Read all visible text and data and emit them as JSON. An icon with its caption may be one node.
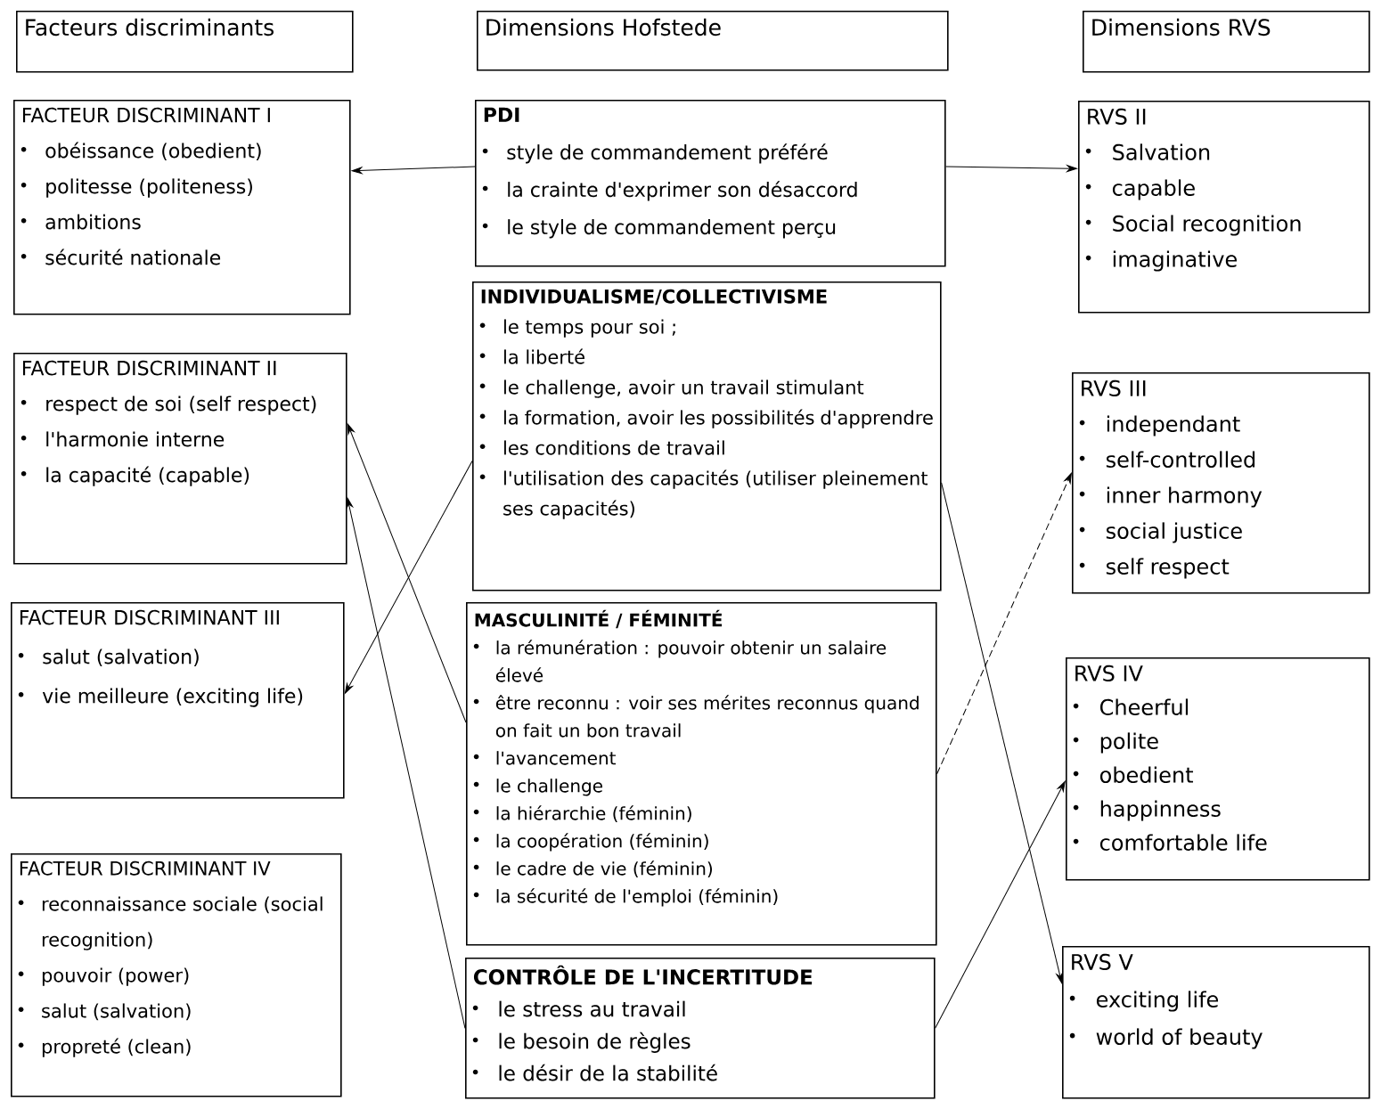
{
  "diagram": {
    "nodes": [
      {
        "text": [
          "Facteurs discriminants"
        ]
      },
      {
        "text": [
          "Dimensions Hofstede"
        ]
      },
      {
        "text": [
          "Dimensions RVS"
        ]
      },
      {
        "text": [
          "FACTEUR DISCRIMINANT I",
          "obéissance (obedient)",
          "politesse (politeness)",
          "ambitions",
          "sécurité nationale"
        ]
      },
      {
        "text": [
          "FACTEUR DISCRIMINANT II",
          "respect de soi (self respect)",
          "l'harmonie interne",
          "la capacité (capable)"
        ]
      },
      {
        "text": [
          "FACTEUR DISCRIMINANT III",
          "salut (salvation)",
          "vie meilleure (exciting life)"
        ]
      },
      {
        "text": [
          "FACTEUR DISCRIMINANT IV",
          "reconnaissance sociale (social recognition)",
          "pouvoir (power)",
          "salut (salvation)",
          "propreté (clean)"
        ]
      },
      {
        "text": [
          "PDI",
          "style de commandement préféré",
          "la crainte d'exprimer son désaccord",
          "le style de commandement perçu"
        ]
      },
      {
        "text": [
          "INDIVIDUALISME/COLLECTIVISME",
          "le temps pour soi ;",
          "la liberté",
          "le challenge, avoir un travail stimulant",
          "la formation, avoir les possibilités d'apprendre",
          "les conditions de travail",
          "l'utilisation des capacités (utiliser pleinement ses capacités)"
        ]
      },
      {
        "text": [
          "MASCULINITÉ / FÉMINITÉ",
          "la rémunération : pouvoir obtenir un salaire élevé",
          "être reconnu : voir ses mérites reconnus quand on fait un bon travail",
          "l'avancement",
          "le challenge",
          "la hiérarchie (féminin)",
          "la coopération (féminin)",
          "le cadre de vie (féminin)",
          "la sécurité de l'emploi (féminin)"
        ]
      },
      {
        "text": [
          "CONTRÔLE DE L'INCERTITUDE",
          "le stress au travail",
          "le besoin de règles",
          "le désir de la stabilité"
        ]
      },
      {
        "text": [
          "RVS II",
          "Salvation",
          "capable",
          "Social recognition",
          "imaginative"
        ]
      },
      {
        "text": [
          "RVS III",
          "independant",
          "self-controlled",
          "inner harmony",
          "social justice",
          "self respect"
        ]
      },
      {
        "text": [
          "RVS IV",
          "Cheerful",
          "polite",
          "obedient",
          "happinness",
          "comfortable life"
        ]
      },
      {
        "text": [
          "RVS V",
          "exciting life",
          "world of beauty"
        ]
      }
    ],
    "edges": [
      {
        "from": 7,
        "to": 3,
        "arrow": "to"
      },
      {
        "from": 7,
        "to": 11,
        "arrow": "to"
      },
      {
        "from": 8,
        "to": 5,
        "arrow": "to"
      },
      {
        "from": 9,
        "to": 4,
        "arrow": "to"
      },
      {
        "from": 10,
        "to": 4,
        "arrow": "to"
      },
      {
        "from": 8,
        "to": 14,
        "arrow": "to"
      },
      {
        "from": 9,
        "to": 12,
        "arrow": "to",
        "style": "dashed"
      },
      {
        "from": 10,
        "to": 13,
        "arrow": "to"
      }
    ]
  }
}
